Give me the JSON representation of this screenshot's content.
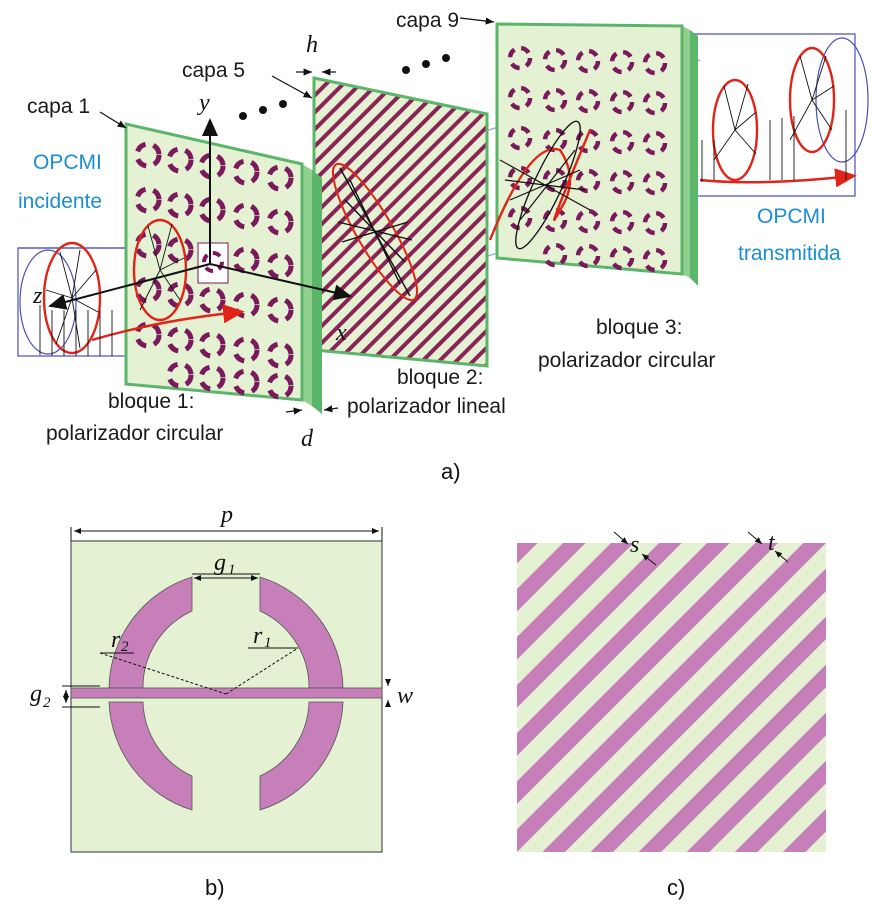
{
  "panel_a": {
    "label_caption": "a)",
    "capa_1": "capa 1",
    "capa_5": "capa 5",
    "capa_9": "capa 9",
    "h": "h",
    "d": "d",
    "y_axis": "y",
    "z_axis": "z",
    "x_axis": "x",
    "incident_line1": "OPCMI",
    "incident_line2": "incidente",
    "transmitted_line1": "OPCMI",
    "transmitted_line2": "transmitida",
    "block1_line1": "bloque 1:",
    "block1_line2": "polarizador circular",
    "block2_line1": "bloque 2:",
    "block2_line2": "polarizador lineal",
    "block3_line1": "bloque 3:",
    "block3_line2": "polarizador circular"
  },
  "panel_b": {
    "label_caption": "b)",
    "p": "p",
    "g1_main": "g",
    "g1_sub": "1",
    "r2_main": "r",
    "r2_sub": "2",
    "r1_main": "r",
    "r1_sub": "1",
    "g2_main": "g",
    "g2_sub": "2",
    "w": "w"
  },
  "panel_c": {
    "label_caption": "c)",
    "s": "s",
    "t": "t"
  },
  "colors": {
    "substrate": "#e4f1d2",
    "metal_a": "#7a1a5c",
    "metal_b": "#c77fba",
    "edge_green": "#5bb56a",
    "wave_red": "#e02418",
    "box_blue": "#4a4fb8"
  }
}
